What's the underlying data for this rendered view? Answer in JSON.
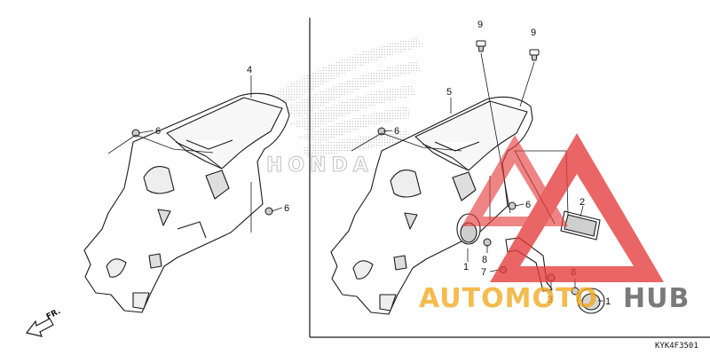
{
  "diagram": {
    "callouts": [
      {
        "id": "c4-left",
        "text": "4"
      },
      {
        "id": "c6-left-top",
        "text": "6"
      },
      {
        "id": "c6-left-bottom",
        "text": "6"
      },
      {
        "id": "c5",
        "text": "5"
      },
      {
        "id": "c6-mid-top",
        "text": "6"
      },
      {
        "id": "c6-mid-bottom",
        "text": "6"
      },
      {
        "id": "c9-left",
        "text": "9"
      },
      {
        "id": "c9-right",
        "text": "9"
      },
      {
        "id": "c2",
        "text": "2"
      },
      {
        "id": "c1-left",
        "text": "1"
      },
      {
        "id": "c8-left",
        "text": "8"
      },
      {
        "id": "c7",
        "text": "7"
      },
      {
        "id": "c8-right",
        "text": "8"
      },
      {
        "id": "c3",
        "text": "3"
      },
      {
        "id": "c1-right",
        "text": "1"
      }
    ],
    "direction_label": "FR.",
    "reference_code": "KYK4F3501",
    "watermark": {
      "part1": "AUTOMOTO",
      "part2": "HUB"
    },
    "colors": {
      "line": "#1a1a1a",
      "watermark_red": "#e53b3b",
      "watermark_orange": "#f2a81d",
      "logo_gray": "#c8c8c8"
    }
  }
}
